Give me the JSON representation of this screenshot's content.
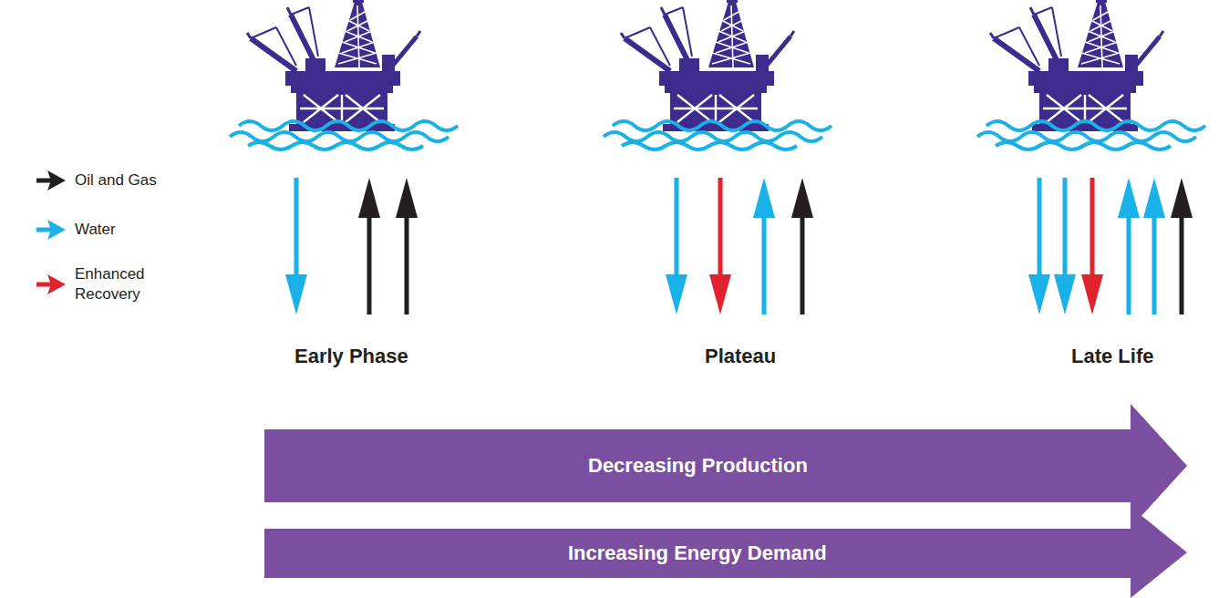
{
  "diagram": {
    "nodes": [
      {
        "text": [
          "Decreasing Production"
        ]
      },
      {
        "text": [
          "Increasing Energy Demand"
        ]
      }
    ],
    "labels": [
      "Early Phase",
      "Plateau",
      "Late Life"
    ],
    "legend": [
      {
        "text": "Oil and Gas",
        "color": "#231f20"
      },
      {
        "text": "Water",
        "color": "#1ab0e8"
      },
      {
        "text": "Enhanced Recovery",
        "color": "#e0232e"
      }
    ]
  }
}
